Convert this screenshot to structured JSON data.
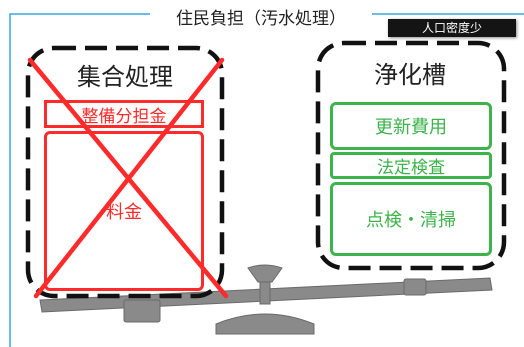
{
  "title": "住民負担（汚水処理）",
  "badge": "人口密度少",
  "left": {
    "heading": "集合処理",
    "items": [
      "整備分担金",
      "料金"
    ]
  },
  "right": {
    "heading": "浄化槽",
    "items": [
      "更新費用",
      "法定検査",
      "点検・清掃"
    ]
  },
  "colors": {
    "red": "#ff2a2a",
    "green": "#3cb44b",
    "frame": "#111111",
    "scale": "#8a8a8a",
    "border_blue": "#39a6e6"
  }
}
